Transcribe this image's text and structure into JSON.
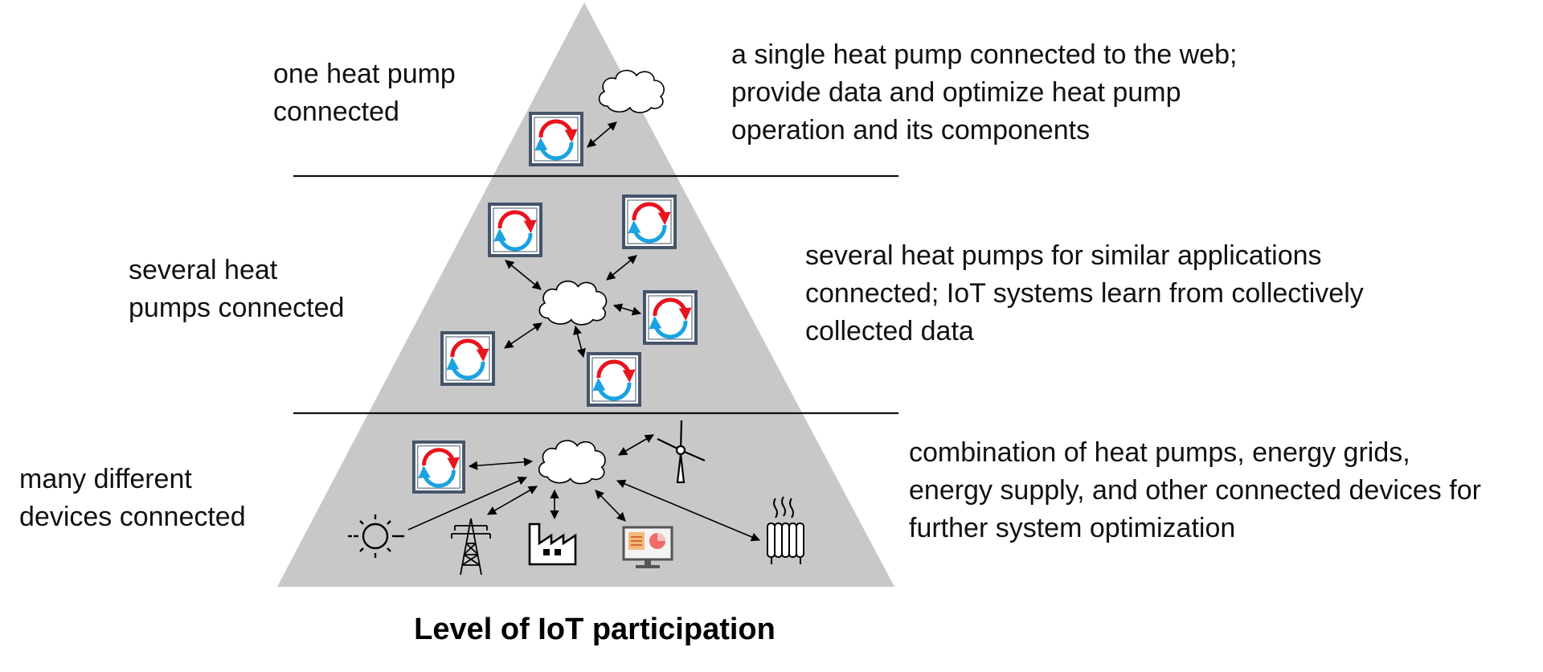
{
  "diagram": {
    "caption": "Level of IoT participation",
    "levels": [
      {
        "id": "top",
        "left_label": [
          "one heat pump",
          "connected"
        ],
        "right_text": [
          "a single heat pump connected to the web;",
          "provide data and optimize heat pump",
          "operation and its components"
        ]
      },
      {
        "id": "middle",
        "left_label": [
          "several heat",
          "pumps connected"
        ],
        "right_text": [
          "several heat pumps for similar applications",
          "connected; IoT systems learn from collectively",
          "collected data"
        ]
      },
      {
        "id": "bottom",
        "left_label": [
          "many different",
          "devices connected"
        ],
        "right_text": [
          "combination of heat pumps, energy grids,",
          "energy supply, and other connected devices for",
          "further system optimization"
        ]
      }
    ],
    "device_icons": [
      "heat-pump-icon",
      "cloud-icon",
      "sun-icon",
      "power-pylon-icon",
      "factory-icon",
      "monitor-chart-icon",
      "wind-turbine-icon",
      "radiator-icon"
    ],
    "colors": {
      "pyramid": "#c9c8c9",
      "divider": "#111111",
      "pump_frame": "#44546a",
      "hot_arrow": "#e8141e",
      "cold_arrow": "#1aa3e0",
      "monitor_accent": "#f06a6a"
    }
  }
}
